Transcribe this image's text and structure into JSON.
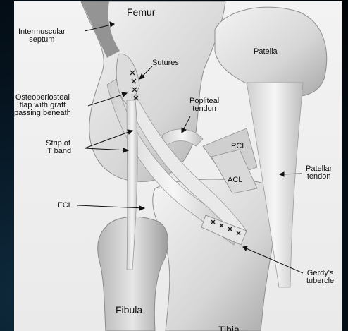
{
  "diagram": {
    "labels": {
      "femur": "Femur",
      "intermuscular_septum": "Intermuscular\nseptum",
      "sutures": "Sutures",
      "patella": "Patella",
      "osteoperiosteal_flap": "Osteoperiosteal\nflap with graft\npassing beneath",
      "popliteal_tendon": "Popliteal\ntendon",
      "strip_of_it_band": "Strip of\nIT band",
      "pcl": "PCL",
      "patellar_tendon": "Patellar\ntendon",
      "acl": "ACL",
      "fcl": "FCL",
      "gerdys_tubercle": "Gerdy's\ntubercle",
      "fibula": "Fibula",
      "tibia": "Tibia"
    },
    "colors": {
      "bone": "#e2e2e2",
      "bone_shadow": "#9a9a9a",
      "ligament": "#dedede",
      "leader_line": "#111111"
    }
  }
}
